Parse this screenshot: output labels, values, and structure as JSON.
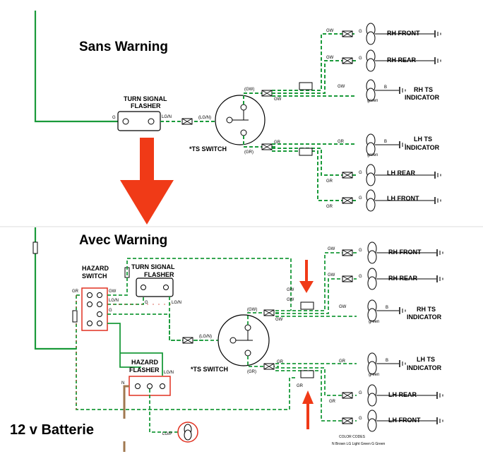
{
  "top_section": {
    "title": "Sans Warning",
    "flasher_label_line1": "TURN SIGNAL",
    "flasher_label_line2": "FLASHER",
    "switch_label": "*TS SWITCH",
    "wire_g": "G",
    "wire_lgn": "LG/N",
    "wire_lgn_paren": "(LG/N)",
    "wire_gw_paren": "(GW)",
    "wire_gr_paren": "(GR)",
    "wire_gw": "GW",
    "wire_gr": "GR",
    "wire_b": "B",
    "rh_front": "RH FRONT",
    "rh_rear": "RH REAR",
    "rh_ts_line1": "RH TS",
    "rh_ts_line2": "INDICATOR",
    "lh_ts_line1": "LH TS",
    "lh_ts_line2": "INDICATOR",
    "lh_rear": "LH REAR",
    "lh_front": "LH FRONT",
    "green_tag": "green"
  },
  "bottom_section": {
    "title": "Avec Warning",
    "hazard_switch_line1": "HAZARD",
    "hazard_switch_line2": "SWITCH",
    "flasher_label_line1": "TURN SIGNAL",
    "flasher_label_line2": "FLASHER",
    "hazard_flasher_line1": "HAZARD",
    "hazard_flasher_line2": "FLASHER",
    "switch_label": "*TS SWITCH",
    "wire_gr": "GR",
    "wire_gw": "GW",
    "wire_g": "G",
    "wire_lgn": "LG/N",
    "wire_lgn_paren": "(LG/N)",
    "wire_gw_paren": "(GW)",
    "wire_gr_paren": "(GR)",
    "wire_n": "N",
    "wire_lgp": "LG/P",
    "wire_b": "B",
    "rh_front": "RH FRONT",
    "rh_rear": "RH REAR",
    "rh_ts_line1": "RH TS",
    "rh_ts_line2": "INDICATOR",
    "lh_ts_line1": "LH TS",
    "lh_ts_line2": "INDICATOR",
    "lh_rear": "LH REAR",
    "lh_front": "LH FRONT",
    "green_tag": "green",
    "color_codes_title": "COLOR CODES",
    "color_codes_row": "N  Brown        LG  Light Green    G  Green"
  },
  "battery_label": "12 v Batterie",
  "colors": {
    "green_wire": "#1a9a3a",
    "red_arrow": "#f03a17",
    "highlight": "#e03020",
    "battery_wire": "#a07850"
  }
}
